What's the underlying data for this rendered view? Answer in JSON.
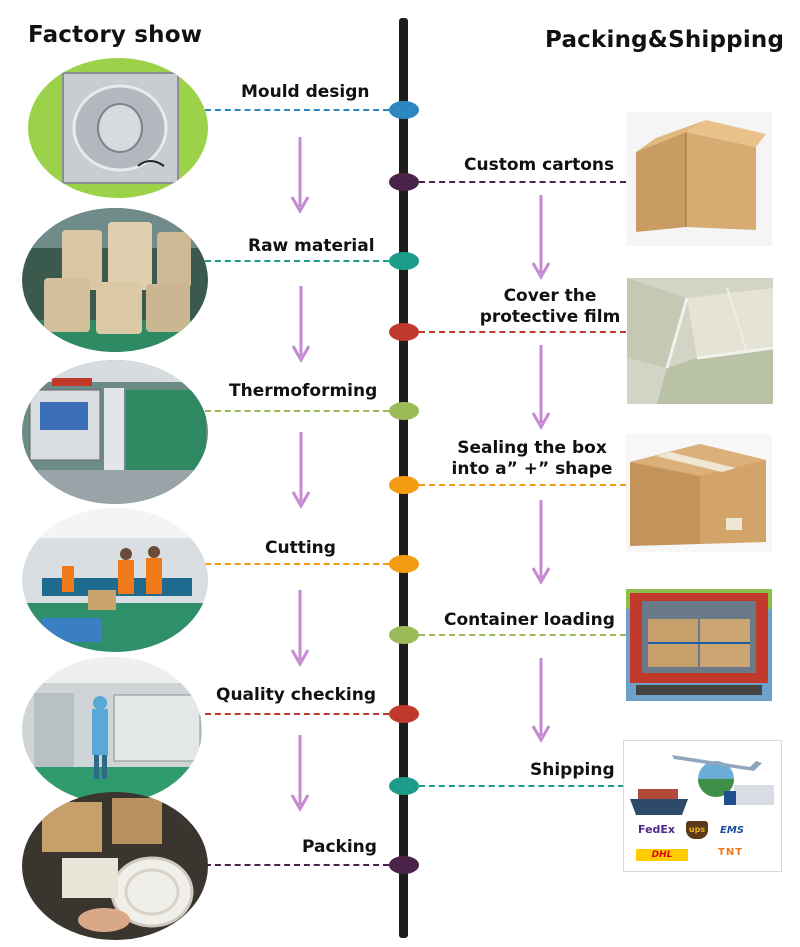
{
  "headings": {
    "left": "Factory show",
    "right": "Packing&Shipping"
  },
  "factory_steps": [
    {
      "label": "Mould design",
      "color": "#2e86c1"
    },
    {
      "label": "Raw material",
      "color": "#1e9c8a"
    },
    {
      "label": "Thermoforming",
      "color": "#9bbb59"
    },
    {
      "label": "Cutting",
      "color": "#f39c12"
    },
    {
      "label": "Quality checking",
      "color": "#c0392b"
    },
    {
      "label": "Packing",
      "color": "#4a2448"
    }
  ],
  "shipping_steps": [
    {
      "label": "Custom cartons",
      "color": "#4a2448"
    },
    {
      "label": "Cover the protective film",
      "line1": "Cover the",
      "line2": "protective film",
      "color": "#c0392b"
    },
    {
      "label": "Sealing the box into a” +” shape",
      "line1": "Sealing the box",
      "line2": "into a” +” shape",
      "color": "#f39c12"
    },
    {
      "label": "Container loading",
      "color": "#9bbb59"
    },
    {
      "label": "Shipping",
      "color": "#1e9c8a"
    }
  ],
  "logos": {
    "fedex": "FedEx",
    "ups": "ups",
    "ems": "EMS",
    "dhl": "DHL",
    "tnt": "TNT"
  },
  "colors": {
    "spine": "#1d1d1d",
    "arrow": "#c48bd3"
  }
}
